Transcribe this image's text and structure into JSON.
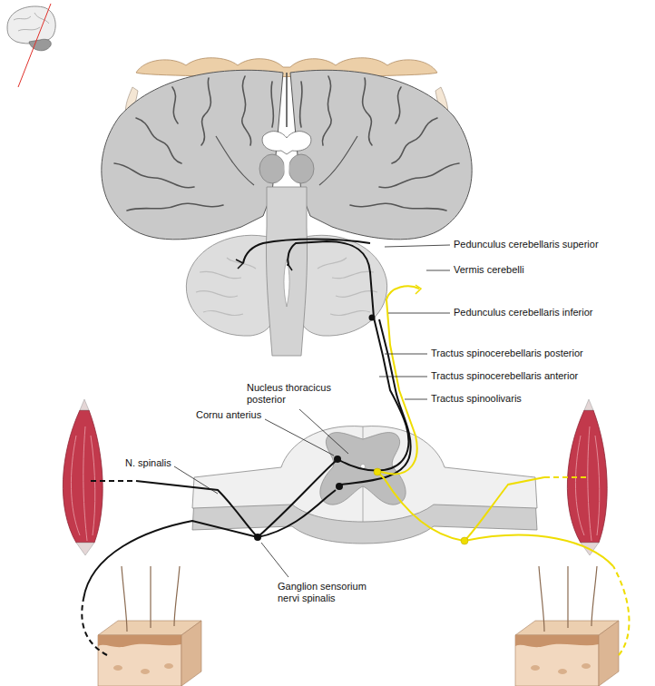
{
  "diagram": {
    "labels": [
      "Pedunculus cerebellaris superior",
      "Vermis cerebelli",
      "Pedunculus cerebellaris inferior",
      "Tractus spinocerebellaris posterior",
      "Tractus spinocerebellaris anterior",
      "Tractus spinoolivaris",
      "Nucleus thoracicus posterior",
      "Cornu anterius",
      "N. spinalis",
      "Ganglion sensorium nervi spinalis"
    ]
  }
}
